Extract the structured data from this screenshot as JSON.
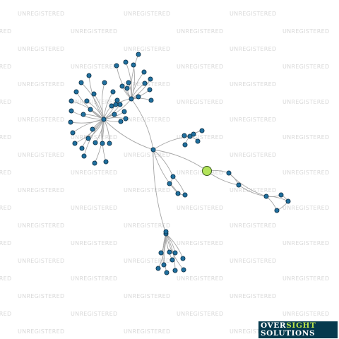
{
  "watermark": {
    "text": "UNREGISTERED",
    "color": "#d9d9d9"
  },
  "logo": {
    "word1": "OVER",
    "word2": "SIGHT",
    "word3": "SOLUTIONS",
    "bg": "#063a4e",
    "accent": "#b8e04a"
  },
  "graph": {
    "edge_color": "#a6a6a6",
    "node_color": "#1f6f9e",
    "node_stroke": "#0e2f45",
    "focus_color": "#b3e45a",
    "focus_stroke": "#3a5a1f"
  }
}
